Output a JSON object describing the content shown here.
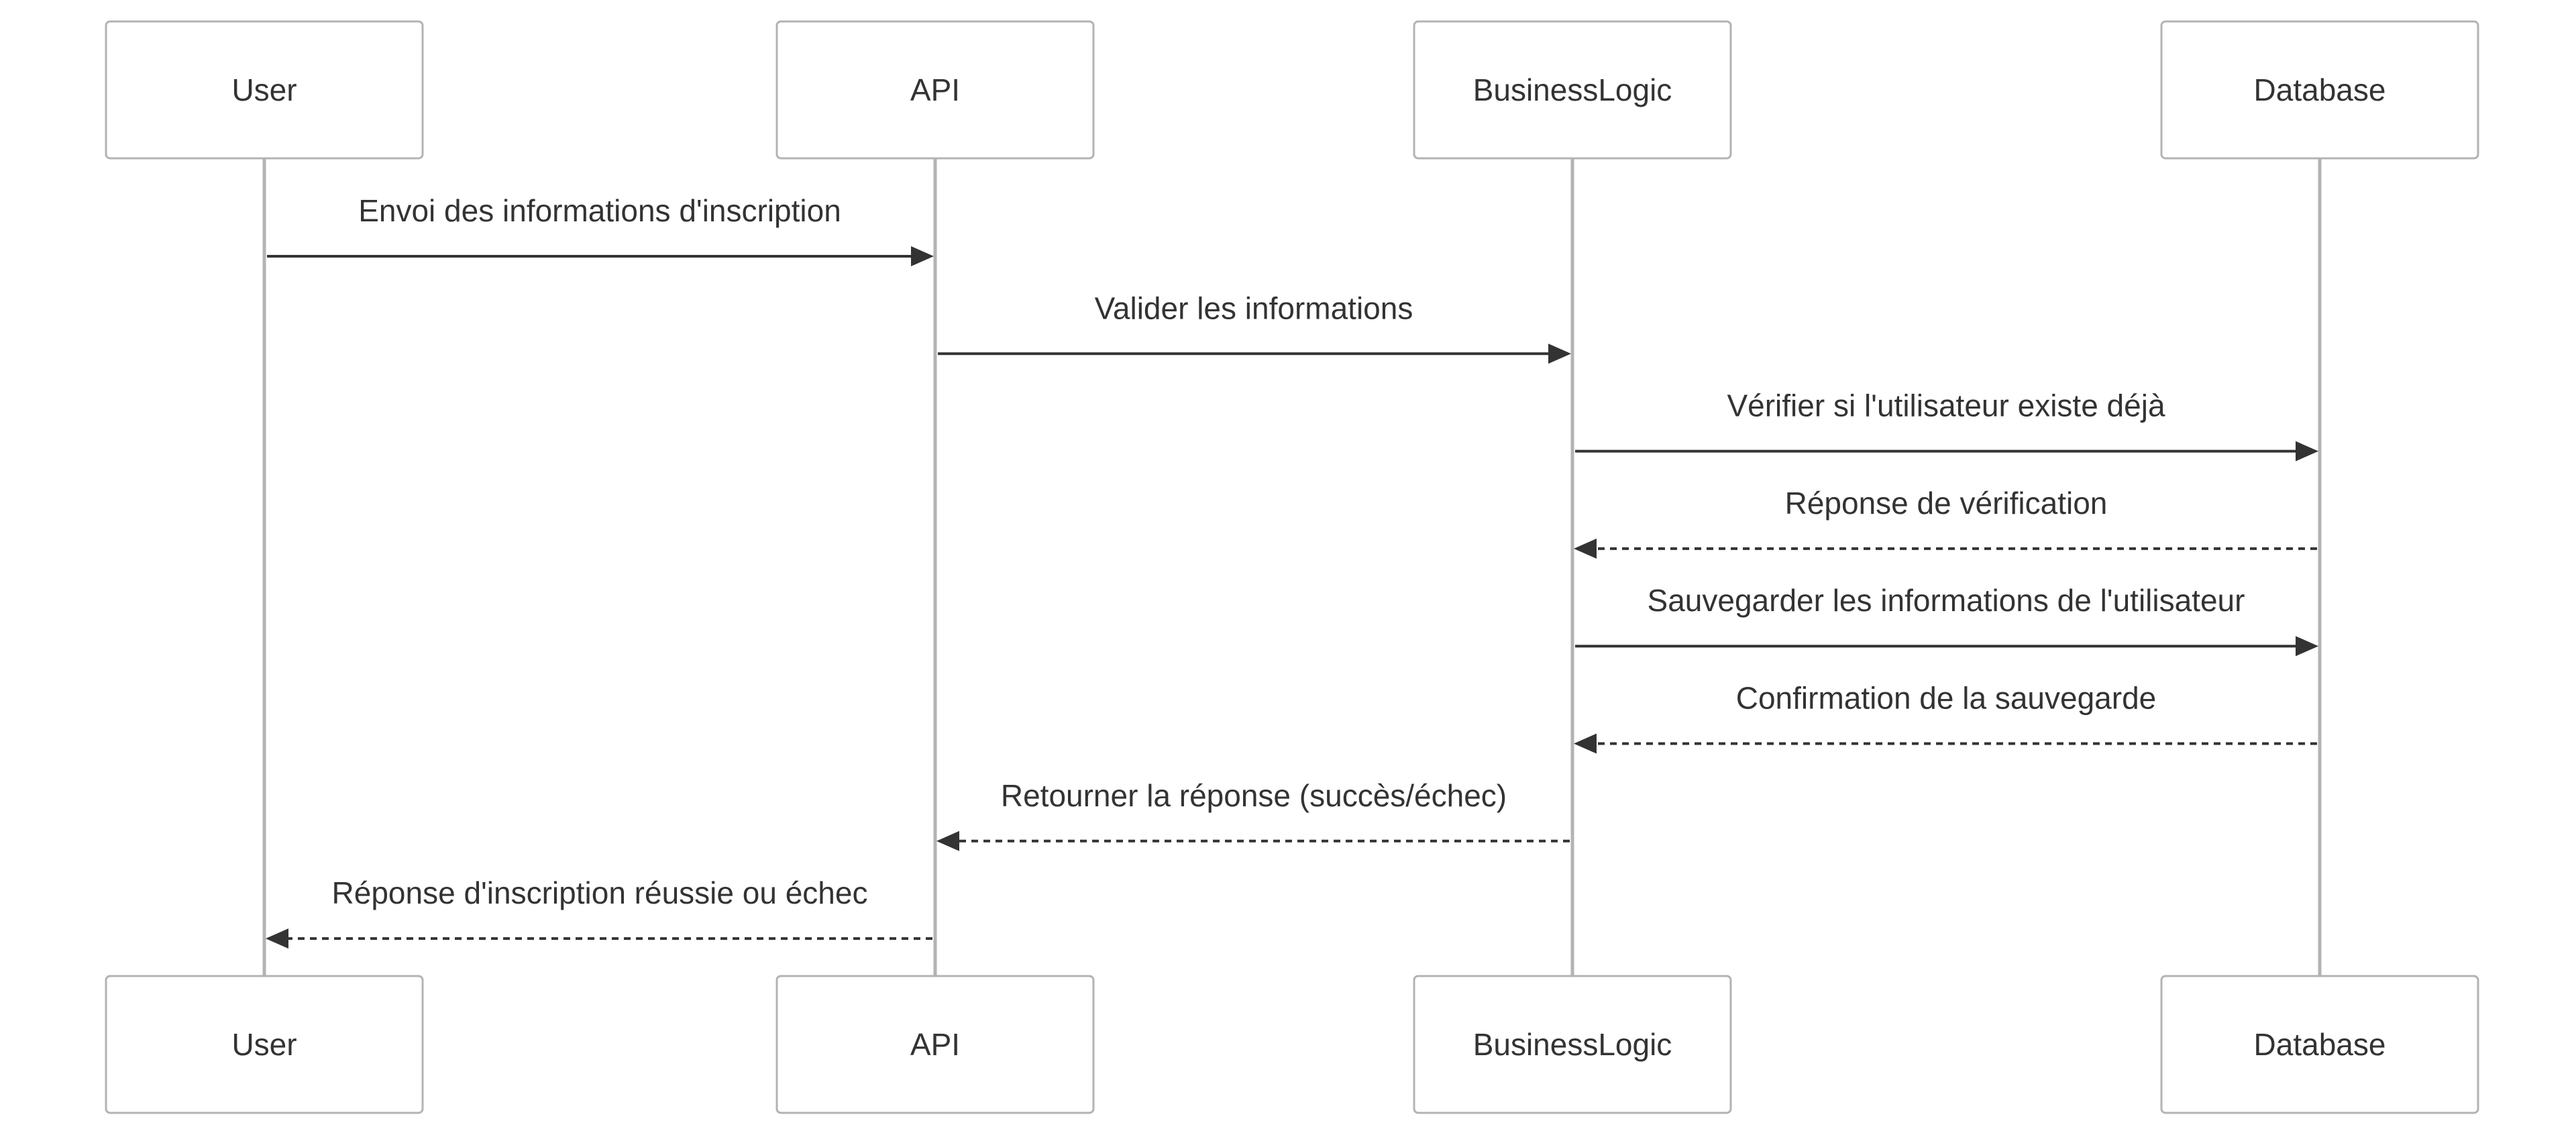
{
  "diagram": {
    "type": "sequence",
    "colors": {
      "box_border": "#b3b3b3",
      "lifeline": "#b3b3b3",
      "text": "#333333",
      "arrow": "#333333",
      "background": "#ffffff"
    },
    "participants": [
      {
        "id": "user",
        "label": "User"
      },
      {
        "id": "api",
        "label": "API"
      },
      {
        "id": "businesslogic",
        "label": "BusinessLogic"
      },
      {
        "id": "database",
        "label": "Database"
      }
    ],
    "messages": [
      {
        "from": "user",
        "to": "api",
        "label": "Envoi des informations d'inscription",
        "style": "solid"
      },
      {
        "from": "api",
        "to": "businesslogic",
        "label": "Valider les informations",
        "style": "solid"
      },
      {
        "from": "businesslogic",
        "to": "database",
        "label": "Vérifier si l'utilisateur existe déjà",
        "style": "solid"
      },
      {
        "from": "database",
        "to": "businesslogic",
        "label": "Réponse de vérification",
        "style": "dashed"
      },
      {
        "from": "businesslogic",
        "to": "database",
        "label": "Sauvegarder les informations de l'utilisateur",
        "style": "solid"
      },
      {
        "from": "database",
        "to": "businesslogic",
        "label": "Confirmation de la sauvegarde",
        "style": "dashed"
      },
      {
        "from": "businesslogic",
        "to": "api",
        "label": "Retourner la réponse (succès/échec)",
        "style": "dashed"
      },
      {
        "from": "api",
        "to": "user",
        "label": "Réponse d'inscription réussie ou échec",
        "style": "dashed"
      }
    ]
  }
}
